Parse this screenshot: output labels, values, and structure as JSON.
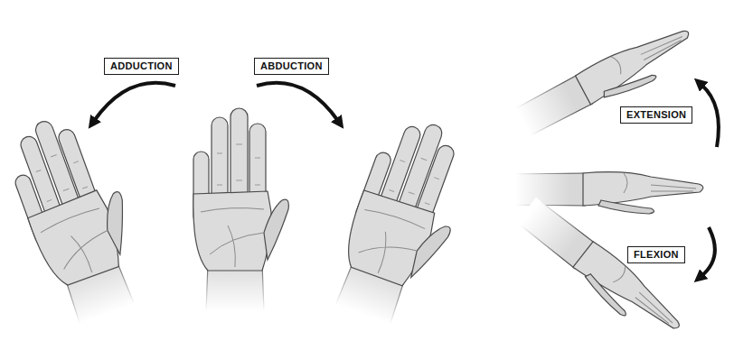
{
  "diagram": {
    "nodes": [
      {
        "text": [
          "ADDUCTION"
        ]
      },
      {
        "text": [
          "ABDUCTION"
        ]
      },
      {
        "text": [
          "EXTENSION"
        ]
      },
      {
        "text": [
          "FLEXION"
        ]
      }
    ]
  }
}
